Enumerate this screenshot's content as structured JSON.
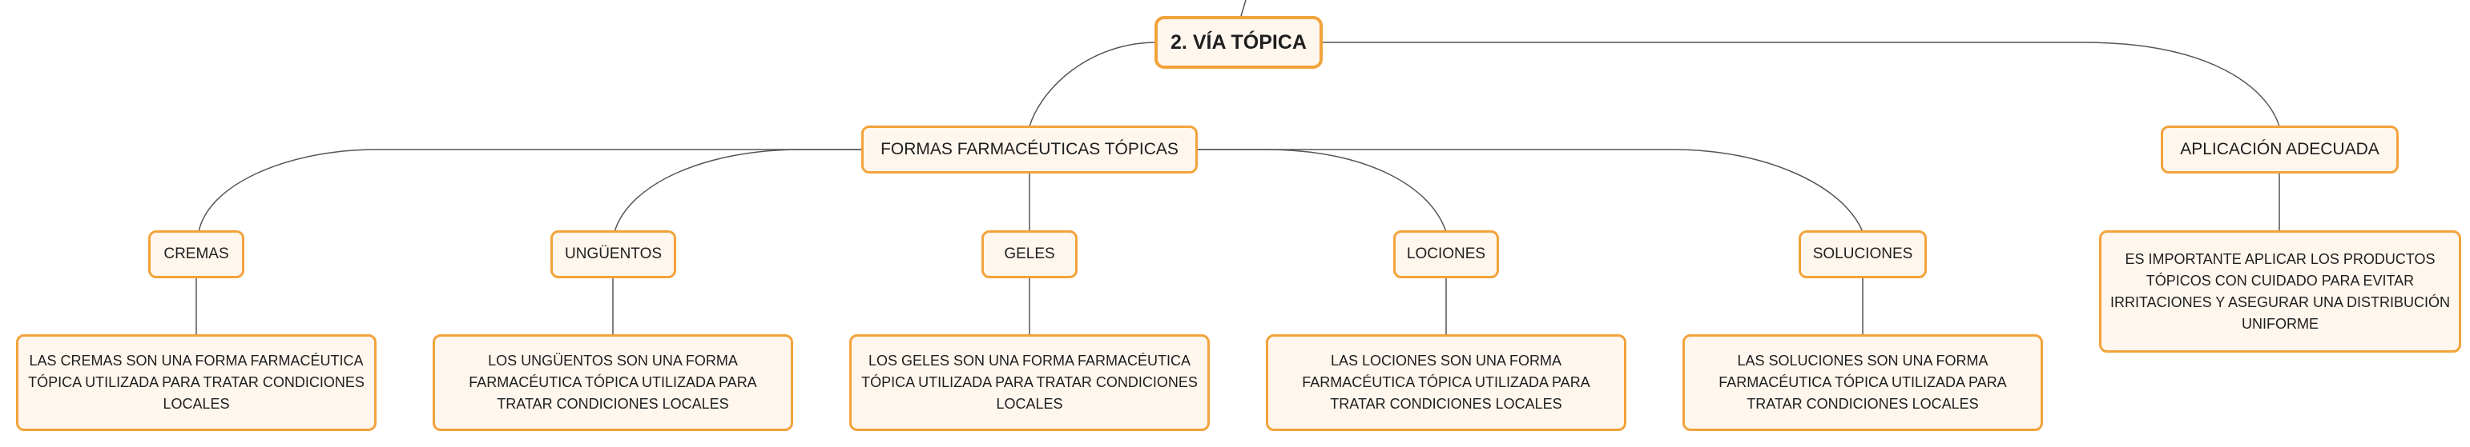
{
  "root": {
    "label": "2. VÍA TÓPICA"
  },
  "branches": [
    {
      "label": "FORMAS FARMACÉUTICAS TÓPICAS"
    },
    {
      "label": "APLICACIÓN ADECUADA"
    }
  ],
  "forms": [
    {
      "label": "CREMAS",
      "desc": "LAS CREMAS SON UNA FORMA FARMACÉUTICA TÓPICA UTILIZADA PARA TRATAR CONDICIONES LOCALES"
    },
    {
      "label": "UNGÜENTOS",
      "desc": "LOS UNGÜENTOS SON UNA FORMA FARMACÉUTICA TÓPICA UTILIZADA PARA TRATAR CONDICIONES LOCALES"
    },
    {
      "label": "GELES",
      "desc": "LOS GELES SON UNA FORMA FARMACÉUTICA TÓPICA UTILIZADA PARA TRATAR CONDICIONES LOCALES"
    },
    {
      "label": "LOCIONES",
      "desc": "LAS LOCIONES SON UNA FORMA FARMACÉUTICA TÓPICA UTILIZADA PARA TRATAR CONDICIONES LOCALES"
    },
    {
      "label": "SOLUCIONES",
      "desc": "LAS SOLUCIONES SON UNA FORMA FARMACÉUTICA TÓPICA UTILIZADA PARA TRATAR CONDICIONES LOCALES"
    }
  ],
  "application": {
    "desc": "ES IMPORTANTE APLICAR LOS PRODUCTOS TÓPICOS CON CUIDADO PARA EVITAR IRRITACIONES Y ASEGURAR UNA DISTRIBUCIÓN UNIFORME"
  },
  "colors": {
    "border": "#f2a33a",
    "fill": "#fff6ee",
    "line": "#555555"
  }
}
